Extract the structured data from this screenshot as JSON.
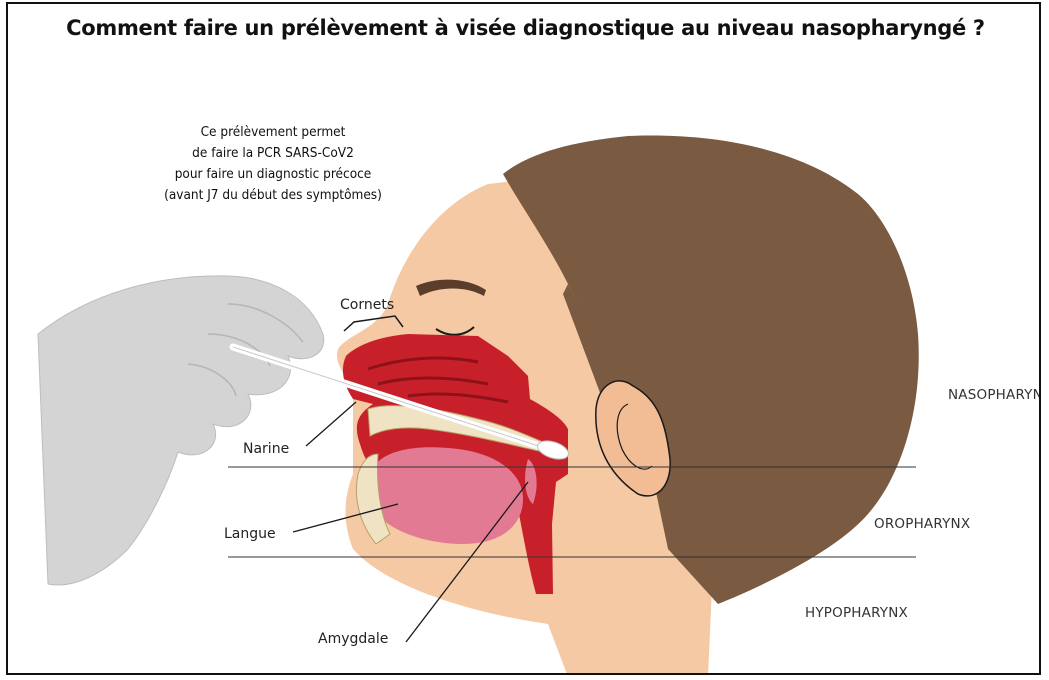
{
  "title": "Comment faire un prélèvement à visée diagnostique au niveau nasopharyngé ?",
  "intro_lines": [
    "Ce prélèvement permet",
    "de faire la PCR SARS-CoV2",
    "pour faire un diagnostic précoce",
    "(avant J7 du début des symptômes)"
  ],
  "anatomy_labels": {
    "cornets": "Cornets",
    "narine": "Narine",
    "langue": "Langue",
    "amygdale": "Amygdale"
  },
  "zones": {
    "nasopharynx": "NASOPHARYNX",
    "oropharynx": "OROPHARYNX",
    "hypopharynx": "HYPOPHARYNX"
  },
  "colors": {
    "skin": "#f5c9a3",
    "hair": "#7a5a41",
    "nasal_cavity": "#c8202a",
    "tongue": "#e27a93",
    "bone": "#efe3c4",
    "glove": "#d4d4d4"
  }
}
